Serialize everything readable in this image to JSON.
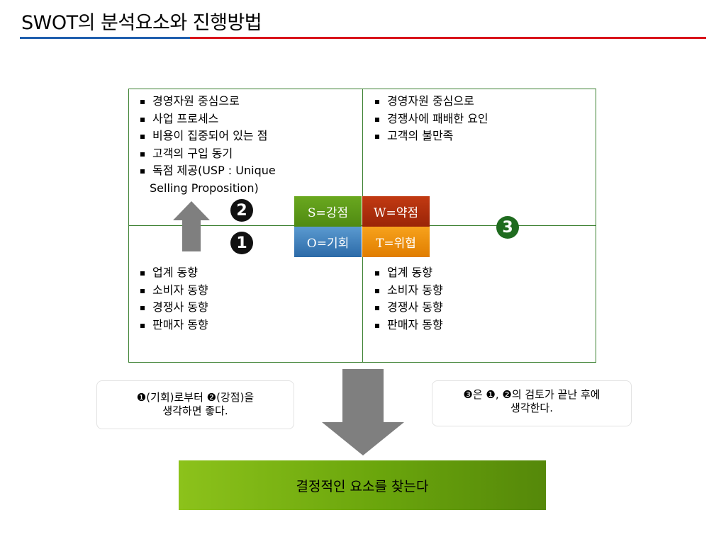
{
  "title": "SWOT의 분석요소와 진행방법",
  "quadrants": {
    "top_left": [
      "경영자원 중심으로",
      "사업 프로세스",
      "비용이 집중되어 있는 점",
      "고객의 구입 동기",
      "독점 제공(USP : Unique"
    ],
    "top_left_continuation": "Selling Proposition)",
    "top_right": [
      "경영자원 중심으로",
      "경쟁사에 패배한 요인",
      "고객의 불만족"
    ],
    "bottom_left": [
      "업계 동향",
      "소비자 동향",
      "경쟁사 동향",
      "판매자 동향"
    ],
    "bottom_right": [
      "업계 동향",
      "소비자 동향",
      "경쟁사 동향",
      "판매자 동향"
    ]
  },
  "tiles": {
    "s": "S=강점",
    "w": "W=약점",
    "o": "O=기회",
    "t": "T=위협"
  },
  "markers": {
    "one": "1",
    "two": "2",
    "three": "3"
  },
  "notes": {
    "left_line1": "❶(기회)로부터 ❷(강점)을",
    "left_line2": "생각하면 좋다.",
    "right_line1": "❸은 ❶, ❷의 검토가 끝난 후에",
    "right_line2": "생각한다."
  },
  "result": "결정적인 요소를 찾는다",
  "colors": {
    "strength": "#5a9818",
    "weakness": "#b0300c",
    "opportunity": "#3f80bd",
    "threat": "#f0900e",
    "grid_line": "#3a7f2f",
    "arrow": "#7f7f7f",
    "result_bg": "#78b412"
  },
  "icons": [
    "up-arrow-icon",
    "down-arrow-icon"
  ]
}
